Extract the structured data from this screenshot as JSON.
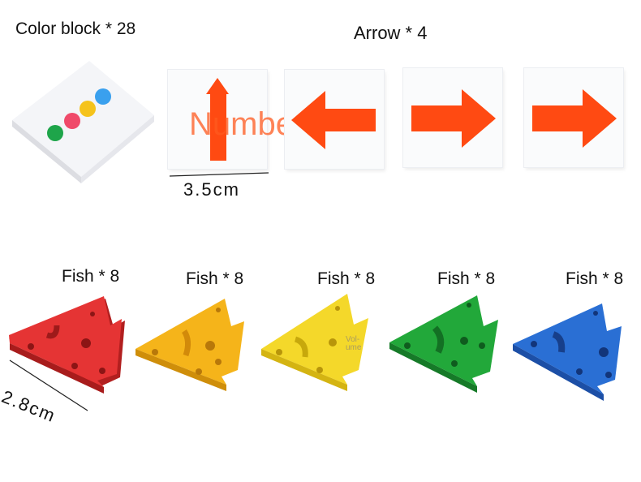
{
  "labels": {
    "color_block": "Color block * 28",
    "arrow": "Arrow * 4",
    "fish": [
      "Fish * 8",
      "Fish * 8",
      "Fish * 8",
      "Fish * 8",
      "Fish * 8"
    ]
  },
  "dimensions": {
    "tile_width": "3.5cm",
    "fish_width": "2.8cm"
  },
  "overlay_text": "Number",
  "watermark": "Vol-ume",
  "colors": {
    "arrow": "#ff4a12",
    "fish": [
      "#e53434",
      "#f5b41a",
      "#f4d82a",
      "#22a83a",
      "#2a6fd4"
    ],
    "dots": [
      "#1ea54a",
      "#f04a6a",
      "#f5c31c",
      "#3aa0ee"
    ]
  }
}
